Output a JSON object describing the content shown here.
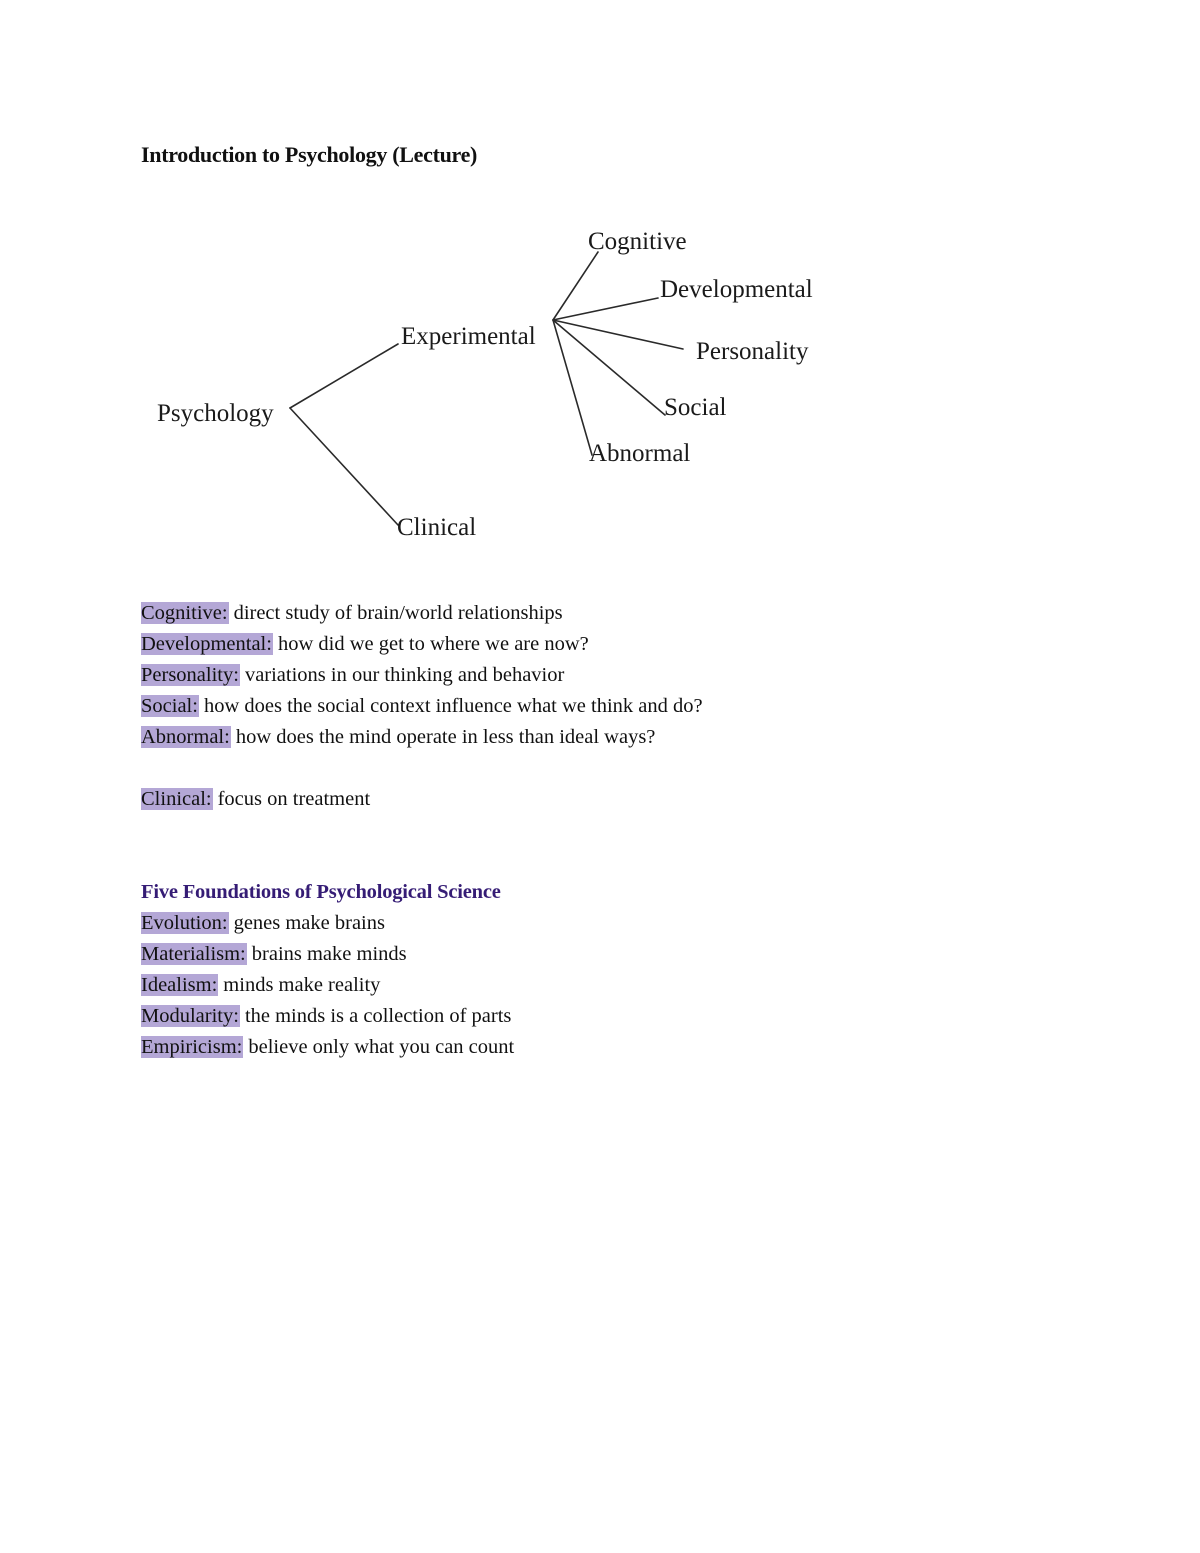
{
  "document": {
    "title": "Introduction to Psychology (Lecture)"
  },
  "diagram": {
    "root": "Psychology",
    "branches": {
      "experimental": "Experimental",
      "clinical": "Clinical"
    },
    "experimental_children": [
      "Cognitive",
      "Developmental",
      "Personality",
      "Social",
      "Abnormal"
    ]
  },
  "subfields": {
    "items": [
      {
        "term": "Cognitive:",
        "description": "direct study of brain/world relationships"
      },
      {
        "term": "Developmental:",
        "description": "how did we get to where we are now?"
      },
      {
        "term": "Personality:",
        "description": "variations in our thinking and behavior"
      },
      {
        "term": "Social:",
        "description": "how does the social context influence what we think and do?"
      },
      {
        "term": "Abnormal:",
        "description": "how does the mind operate in less than ideal ways?"
      }
    ],
    "clinical": {
      "term": "Clinical:",
      "description": "focus on treatment"
    }
  },
  "foundations": {
    "heading": "Five Foundations of Psychological Science",
    "items": [
      {
        "term": "Evolution:",
        "description": "genes make brains"
      },
      {
        "term": "Materialism:",
        "description": "brains make minds"
      },
      {
        "term": "Idealism:",
        "description": "minds make reality"
      },
      {
        "term": "Modularity:",
        "description": "the minds is a collection of parts"
      },
      {
        "term": "Empiricism:",
        "description": "believe only what you can count"
      }
    ]
  },
  "colors": {
    "highlight": "#b4a7d6",
    "heading": "#351c75",
    "text": "#111111"
  }
}
